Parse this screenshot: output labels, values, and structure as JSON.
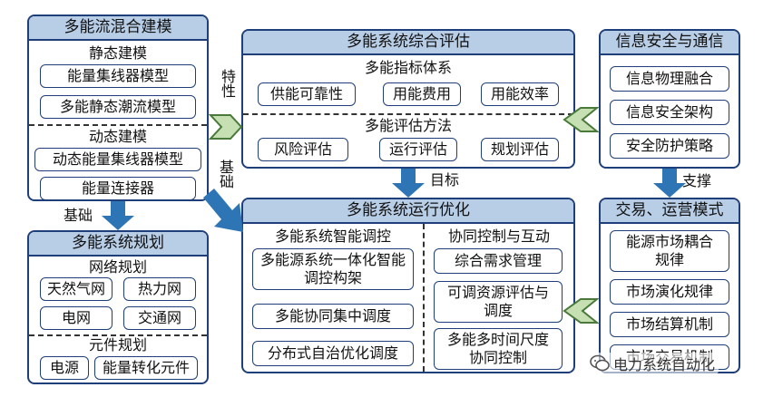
{
  "left_top": {
    "title": "多能流混合建模",
    "static": {
      "title": "静态建模",
      "items": [
        "能量集线器模型",
        "多能静态潮流模型"
      ]
    },
    "dynamic": {
      "title": "动态建模",
      "items": [
        "动态能量集线器模型",
        "能量连接器"
      ]
    }
  },
  "left_bottom": {
    "title": "多能系统规划",
    "network": {
      "title": "网络规划",
      "items": [
        "天然气网",
        "热力网",
        "电网",
        "交通网"
      ]
    },
    "component": {
      "title": "元件规划",
      "items": [
        "电源",
        "能量转化元件"
      ]
    }
  },
  "center_top": {
    "title": "多能系统综合评估",
    "indicators": {
      "title": "多能指标体系",
      "items": [
        "供能可靠性",
        "用能费用",
        "用能效率"
      ]
    },
    "methods": {
      "title": "多能评估方法",
      "items": [
        "风险评估",
        "运行评估",
        "规划评估"
      ]
    }
  },
  "center_bottom": {
    "title": "多能系统运行优化",
    "left_col": {
      "title": "多能系统智能调控",
      "items": [
        "多能源系统一体化智能调控构架",
        "多能协同集中调度",
        "分布式自治优化调度"
      ]
    },
    "right_col": {
      "title": "协同控制与互动",
      "items": [
        "综合需求管理",
        "可调资源评估与调度",
        "多能多时间尺度协同控制"
      ]
    }
  },
  "right_top": {
    "title": "信息安全与通信",
    "items": [
      "信息物理融合",
      "信息安全架构",
      "安全防护策略"
    ]
  },
  "right_bottom": {
    "title": "交易、运营模式",
    "items": [
      "能源市场耦合规律",
      "市场演化规律",
      "市场结算机制",
      "市场交易机制"
    ]
  },
  "labels": {
    "characteristic": "特性",
    "foundation1": "基础",
    "foundation2": "基础",
    "target": "目标",
    "support": "支撑"
  },
  "watermark": "电力系统自动化"
}
